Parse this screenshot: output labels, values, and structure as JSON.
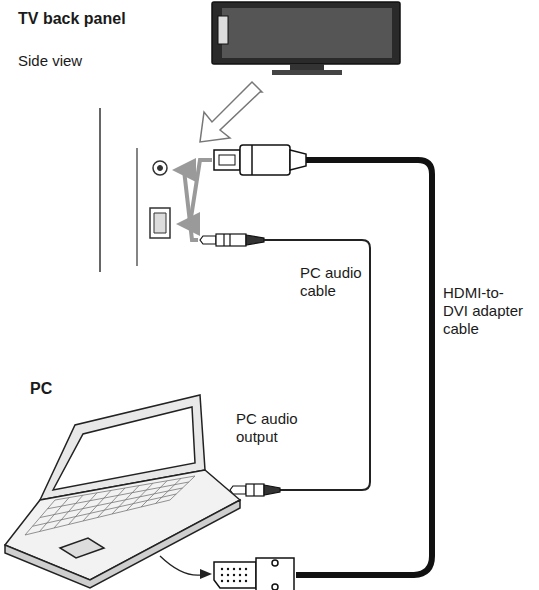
{
  "diagram": {
    "labels": [
      "TV back panel",
      "Side view",
      "PC audio cable",
      "HDMI-to-DVI adapter cable",
      "PC",
      "PC audio output"
    ]
  }
}
